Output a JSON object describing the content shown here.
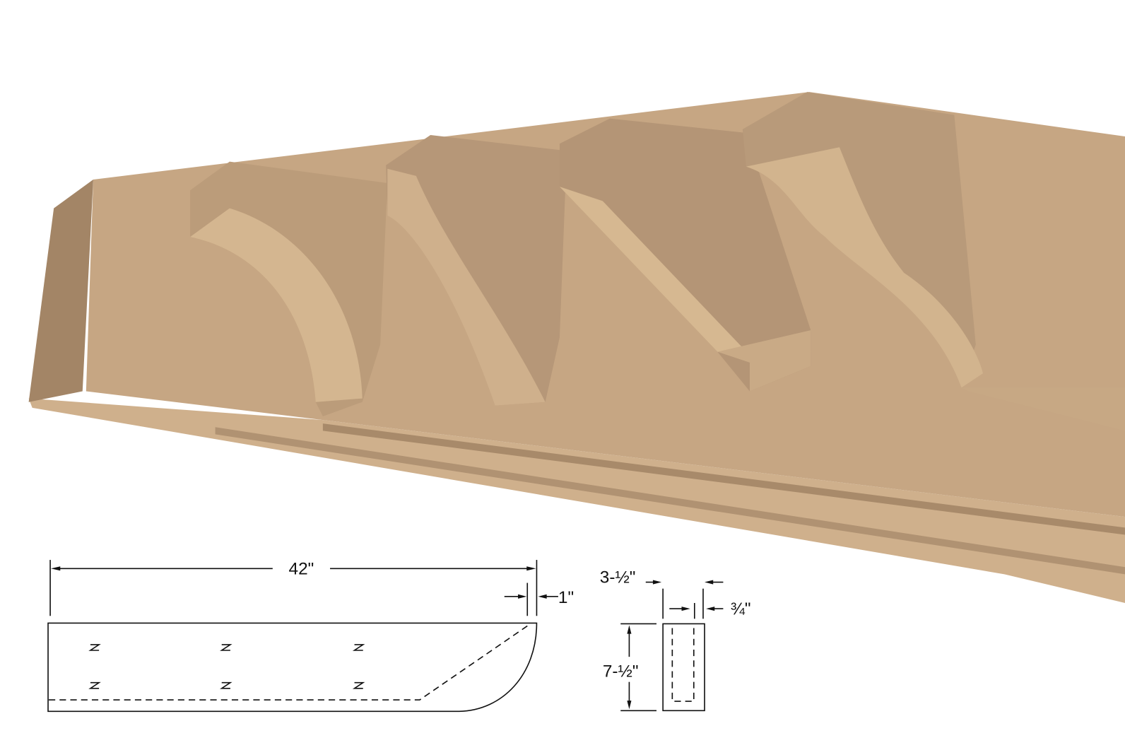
{
  "colors": {
    "wood_light": "#d2b48f",
    "wood_mid": "#c2a280",
    "wood_dark": "#9e8062",
    "line": "#111111"
  },
  "side_view": {
    "length_label": "42\"",
    "offset_label": "1\""
  },
  "end_view": {
    "width_label": "3-½\"",
    "wall_label": "¾\"",
    "height_label": "7-½\""
  }
}
